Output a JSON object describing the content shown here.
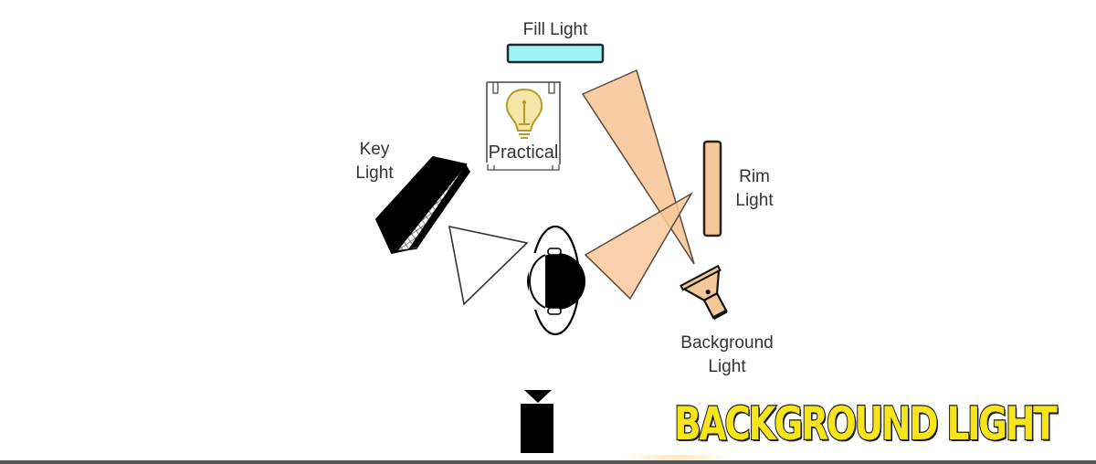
{
  "diagram": {
    "type": "lighting setup diagram",
    "title_banner": "BACKGROUND LIGHT",
    "labels": {
      "fill_light": "Fill Light",
      "practical": "Practical",
      "key_light_line1": "Key",
      "key_light_line2": "Light",
      "rim_light_line1": "Rim",
      "rim_light_line2": "Light",
      "background_light_line1": "Background",
      "background_light_line2": "Light"
    },
    "colors": {
      "fill_light": "#9ff2f5",
      "warm_beam": "#f8c89a",
      "rim_light": "#f5c89a",
      "practical_bulb": "#f3e6a6",
      "practical_bulb_stroke": "#b89a2a",
      "title_fill": "#f5e51a",
      "title_stroke": "#1a1a1a",
      "label_text": "#333333"
    },
    "elements": [
      "fill-light",
      "practical-lamp",
      "key-light-softbox",
      "key-light-beam",
      "subject",
      "rim-light",
      "rim-light-beam",
      "background-light",
      "background-light-beam",
      "camera"
    ]
  }
}
